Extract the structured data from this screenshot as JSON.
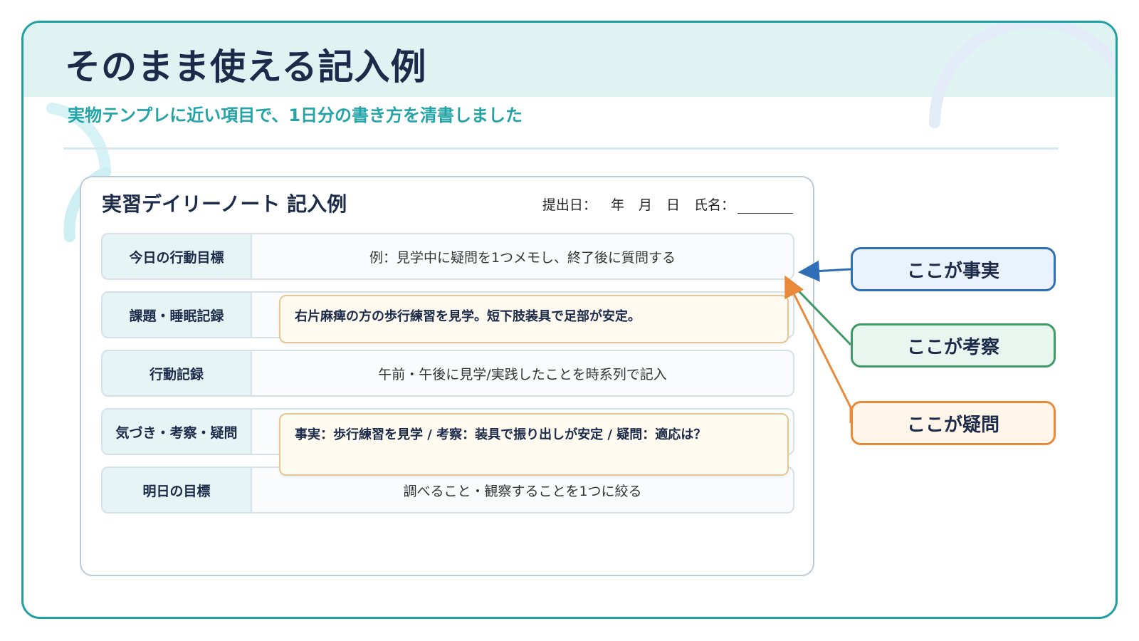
{
  "page": {
    "title": "そのまま使える記入例",
    "subtitle": "実物テンプレに近い項目で、1日分の書き方を清書しました"
  },
  "sheet": {
    "title": "実習デイリーノート 記入例",
    "meta": {
      "submit_label": "提出日：",
      "year": "年",
      "month": "月",
      "day": "日",
      "name_label": "氏名："
    },
    "rows": [
      {
        "label": "今日の行動目標",
        "value": "例：見学中に疑問を1つメモし、終了後に質問する"
      },
      {
        "label": "課題・睡眠記録",
        "value": ""
      },
      {
        "label": "行動記録",
        "value": "午前・午後に見学/実践したことを時系列で記入"
      },
      {
        "label": "気づき・考察・疑問",
        "value": ""
      },
      {
        "label": "明日の目標",
        "value": "調べること・観察することを1つに絞る"
      }
    ],
    "notes": [
      "右片麻痺の方の歩行練習を見学。短下肢装具で足部が安定。",
      "事実：歩行練習を見学 / 考察：装具で振り出しが安定 / 疑問：適応は？"
    ]
  },
  "callouts": [
    {
      "label": "ここが事実",
      "color": "#2f6fb7",
      "bg": "#eaf2fd"
    },
    {
      "label": "ここが考察",
      "color": "#3f9a66",
      "bg": "#e9f6ef"
    },
    {
      "label": "ここが疑問",
      "color": "#e88a3a",
      "bg": "#fff6e9"
    }
  ],
  "colors": {
    "frame": "#1f9f9f",
    "header_band": "#dff3f3",
    "title": "#1c2b4a",
    "subtitle": "#23a3a6"
  }
}
